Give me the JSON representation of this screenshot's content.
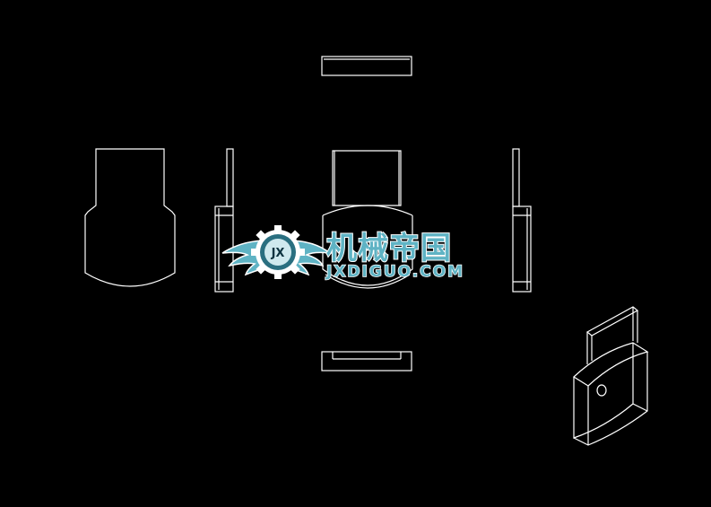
{
  "drawing": {
    "background": "#000000",
    "line_color": "#ffffff",
    "views": [
      "top-view",
      "front-view-left",
      "side-view-left",
      "front-view-center",
      "side-view-right",
      "bottom-view",
      "isometric-view"
    ]
  },
  "watermark": {
    "chinese_text": "机械帝国",
    "site_text": "JXDIGUO.COM",
    "emblem_text": "JX",
    "accent_color": "#5fb3c4"
  }
}
